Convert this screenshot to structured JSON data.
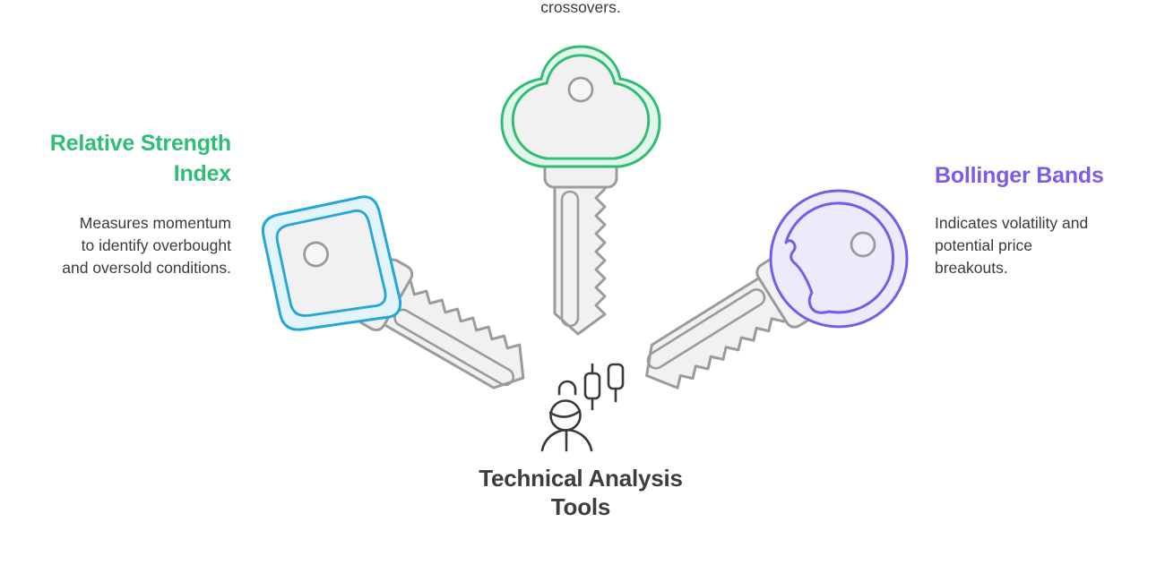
{
  "top_caption": "crossovers.",
  "left_item": {
    "title_line1": "Relative Strength",
    "title_line2": "Index",
    "desc_line1": "Measures momentum",
    "desc_line2": "to identify overbought",
    "desc_line3": "and oversold conditions.",
    "accent_color": "#2ebe76"
  },
  "right_item": {
    "title": "Bollinger Bands",
    "desc_line1": "Indicates volatility and",
    "desc_line2": "potential price",
    "desc_line3": "breakouts.",
    "accent_color": "#7b5ce6"
  },
  "center": {
    "title_line1": "Technical Analysis",
    "title_line2": "Tools"
  },
  "icons": {
    "top_key": "cloud-head-key-icon",
    "left_key": "square-head-key-icon",
    "right_key": "round-head-key-icon",
    "center_icon": "analyst-with-candlesticks-icon"
  },
  "colors": {
    "top_key_accent": "#2ebd72",
    "left_key_accent": "#23a6da",
    "right_key_accent": "#7a5be6",
    "key_body_fill": "#f1f1f2",
    "key_outline": "#9b9b9b",
    "text_dark": "#3a3a3a"
  }
}
